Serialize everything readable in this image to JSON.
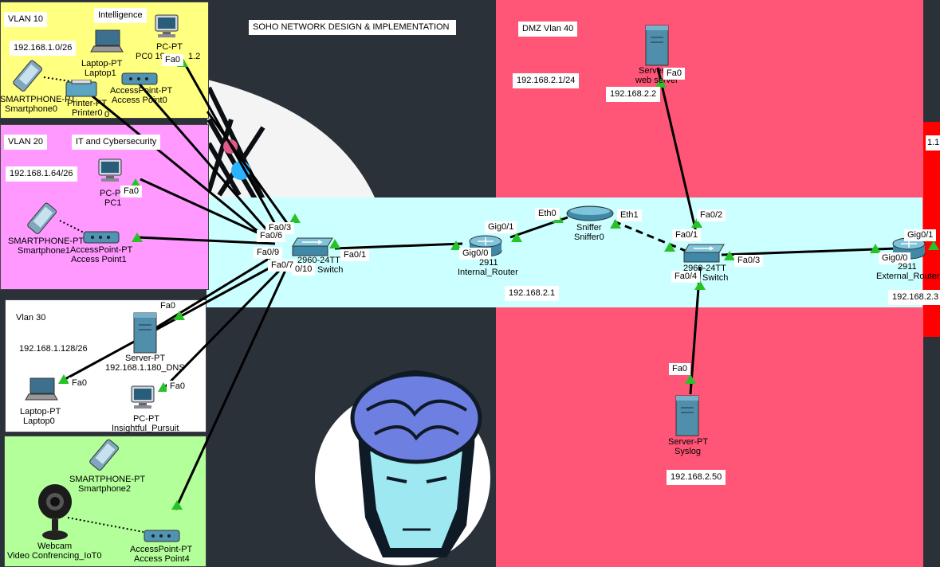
{
  "title": "SOHO NETWORK DESIGN & IMPLEMENTATION",
  "colors": {
    "vlan10": "#ffff80",
    "vlan20": "#ff99ff",
    "vlan30": "#ffffff",
    "vlan_green": "#b3ff99",
    "dmz": "#ff5577",
    "core": "#ccffff",
    "red": "#ff0000",
    "link_dot": "#27c227"
  },
  "areas": {
    "vlan10": {
      "name": "VLAN 10",
      "dept": "Intelligence",
      "subnet": "192.168.1.0/26"
    },
    "vlan20": {
      "name": "VLAN 20",
      "dept": "IT and Cybersecurity",
      "subnet": "192.168.1.64/26"
    },
    "vlan30": {
      "name": "Vlan 30",
      "subnet": "192.168.1.128/26"
    },
    "dmz": {
      "name": "DMZ Vlan 40",
      "subnet": "192.168.2.1/24"
    },
    "red_cut": "1.1"
  },
  "devices": {
    "pc0": {
      "type": "PC-PT",
      "name": "PC0 19",
      "name_tail": "1.2"
    },
    "laptop1": {
      "type": "Laptop-PT",
      "name": "Laptop1"
    },
    "smartphone0": {
      "type": "SMARTPHONE-PT",
      "name": "Smartphone0"
    },
    "printer0": {
      "type": "Printer-PT",
      "name": "Printer0"
    },
    "ap0": {
      "type": "AccessPoint-PT",
      "name": "Access Point0"
    },
    "pc1": {
      "type": "PC-PT",
      "name": "PC1"
    },
    "smartphone1": {
      "type": "SMARTPHONE-PT",
      "name": "Smartphone1"
    },
    "ap1": {
      "type": "AccessPoint-PT",
      "name": "Access Point1"
    },
    "dns": {
      "type": "Server-PT",
      "name": "192.168.1.180_DNS"
    },
    "laptop0": {
      "type": "Laptop-PT",
      "name": "Laptop0"
    },
    "insightful": {
      "type": "PC-PT",
      "name": "Insightful_Pursuit"
    },
    "smartphone2": {
      "type": "SMARTPHONE-PT",
      "name": "Smartphone2"
    },
    "webcam": {
      "type": "Webcam",
      "name": "Video Confrencing_IoT0"
    },
    "ap4": {
      "type": "AccessPoint-PT",
      "name": "Access Point4"
    },
    "switch_left": {
      "type": "2960-24TT",
      "name": "Switch"
    },
    "internal_router": {
      "type": "2911",
      "name": "Internal_Router"
    },
    "sniffer": {
      "type": "Sniffer",
      "name": "Sniffer0"
    },
    "switch_right": {
      "type": "2960-24TT",
      "name": "Switch"
    },
    "external_router": {
      "type": "2911",
      "name": "External_Router"
    },
    "webserver": {
      "type": "Server",
      "name": "web server"
    },
    "syslog": {
      "type": "Server-PT",
      "name": "Syslog"
    }
  },
  "addresses": {
    "internal_router": "192.168.2.1",
    "webserver": "192.168.2.2",
    "external_router": "192.168.2.3",
    "syslog": "192.168.2.50"
  },
  "ports": {
    "fa0": "Fa0",
    "fa03": "Fa0/3",
    "fa06": "Fa0/6",
    "fa09": "Fa0/9",
    "fa07": "Fa0/7",
    "fa010": "0/10",
    "fa01": "Fa0/1",
    "gig01": "Gig0/1",
    "gig00": "Gig0/0",
    "eth0": "Eth0",
    "eth1": "Eth1",
    "fa02": "Fa0/2",
    "fa04": "Fa0/4",
    "printer_tail": "0"
  }
}
